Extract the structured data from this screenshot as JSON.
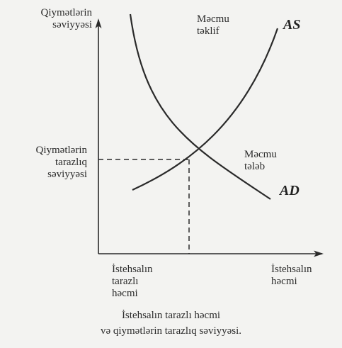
{
  "y_axis": {
    "label_line1": "Qiymətlərin",
    "label_line2": "səviyyəsi"
  },
  "x_axis": {
    "label_line1": "İstehsalın",
    "label_line2": "həcmi"
  },
  "equilibrium_price": {
    "line1": "Qiymətlərin",
    "line2": "tarazlıq",
    "line3": "səviyyəsi"
  },
  "equilibrium_quantity": {
    "line1": "İstehsalın",
    "line2": "tarazlı",
    "line3": "həcmi"
  },
  "supply": {
    "caption_line1": "Məcmu",
    "caption_line2": "təklif",
    "name": "AS"
  },
  "demand": {
    "caption_line1": "Məcmu",
    "caption_line2": "tələb",
    "name": "AD"
  },
  "figure_caption": {
    "line1": "İstehsalın tarazlı həcmi",
    "line2": "və qiymətlərin tarazlıq səviyyəsi."
  },
  "colors": {
    "background": "#f3f3f1",
    "ink": "#2a2a2a"
  }
}
